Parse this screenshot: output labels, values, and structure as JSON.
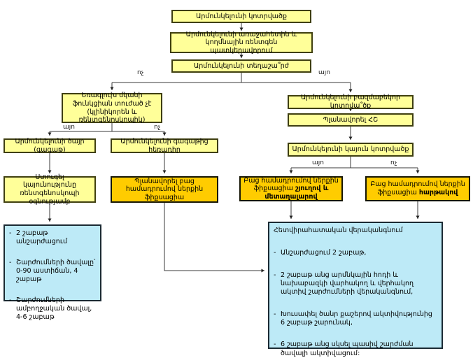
{
  "dash": "-",
  "labels": {
    "yes": "այո",
    "no": "ոչ"
  },
  "nodes": {
    "fracture": "Արմունկելունի կոտրվածք",
    "xray": "Արմունկելունի առաջահետին և կողմնային ռենտգեն պատկերավորում",
    "displacement": "Արմունկելունի տեղաշա՞րժ",
    "triceps": "Եռագլուխ մկանի ֆունկցիան տուժած չէ (կլինիկորեն և ռենտգենոսկոպիկ)",
    "tip": "Արմունկելունի ծայր (գագաթ)",
    "distal": "Արմունկելունի գագաթից հեռադիր",
    "check_stability": "Ստուգել կայունությունը ռենտգենոսկոպի օգնությամբ",
    "plan_orif": "Պլանավորել բաց համադրումով ներքին ֆիքսացիա",
    "comminuted": "Արմունկելունի բազմաբեկոր կոտրվա՞ծք",
    "plan_ct": "Պլանավորել ՀՇ",
    "stable_fracture": "Արմունկելունի կայուն կոտրվածք",
    "orif_wire": {
      "normal": "Բաց համադրումով ներքին ֆիքսացիա ",
      "bold": "շյուղով և մետաղալարով"
    },
    "orif_plate": {
      "normal": "Բաց համադրումով ներքին ֆիքսացիա ",
      "bold": "հարթակով"
    }
  },
  "left_outcome": {
    "items": [
      "2 շաբաթ անշարժացում",
      "Շարժումների ծավալը՝ 0-90 աստիճան, 4 շաբաթ",
      "Շարժումների ամբողջական ծավալ, 4-6 շաբաթ"
    ]
  },
  "rehab": {
    "title": "Հետվիրահատական վերականգնում",
    "items": [
      "Անշարժացում 2 շաբաթ,",
      "2 շաբաթ անց արմնկային հոդի և նախաբազկի վարհակող և վերհակող ակտիվ շարժումների վերականգնում,",
      "Խուսափել ծանր քաշերով ակտիվությունից 6 շաբաթ շարունակ,",
      "6 շաբաթ անց սկսել պասիվ շարժման ծավալի ակտիվացում:"
    ]
  },
  "colors": {
    "node_fill": "#FFFF99",
    "highlight_fill": "#FFCC00",
    "outcome_fill": "#BDEAF7",
    "line": "#3a3a3a"
  }
}
